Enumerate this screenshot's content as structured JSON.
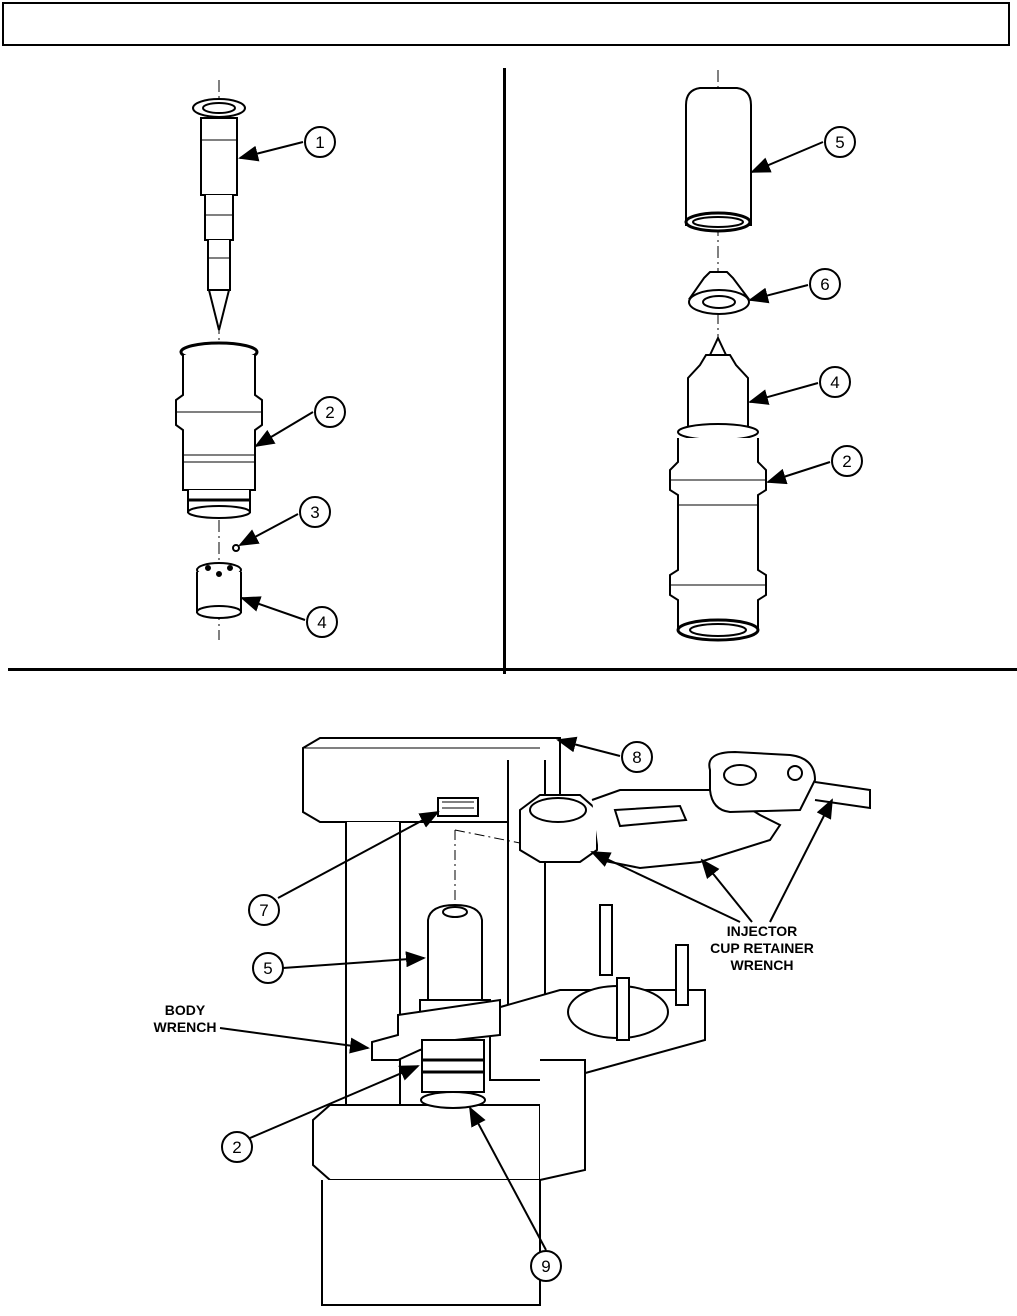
{
  "header": {
    "title": ""
  },
  "callouts": {
    "top_left": [
      "1",
      "2",
      "3",
      "4"
    ],
    "top_right": [
      "5",
      "6",
      "4",
      "2"
    ],
    "bottom": [
      "8",
      "7",
      "5",
      "2",
      "9"
    ]
  },
  "labels": {
    "body_wrench_line1": "BODY",
    "body_wrench_line2": "WRENCH",
    "cup_wrench_line1": "INJECTOR",
    "cup_wrench_line2": "CUP RETAINER",
    "cup_wrench_line3": "WRENCH"
  }
}
